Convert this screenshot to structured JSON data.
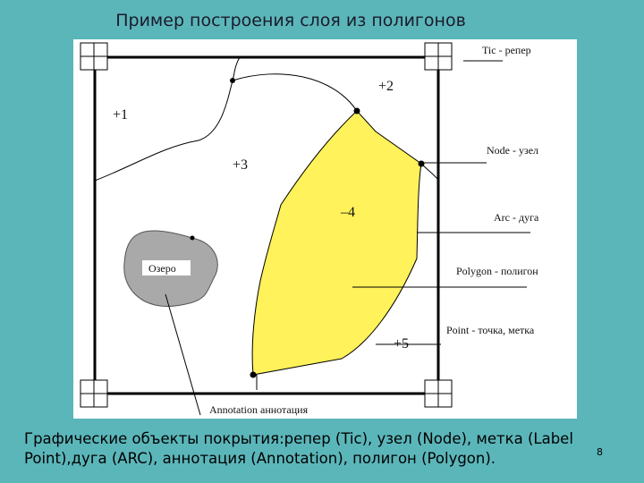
{
  "slide": {
    "title": "Пример построения слоя из полигонов",
    "caption": "Графические объекты покрытия:репер (Tic), узел (Node), метка (Label Point),дуга (ARC), аннотация (Annotation), полигон (Polygon).",
    "page_number": "8"
  },
  "diagram": {
    "polygon_labels": {
      "p1": "+1",
      "p2": "+2",
      "p3": "+3",
      "p4": "–4",
      "p5": "+5"
    },
    "lake_label": "Озеро",
    "legend": {
      "tic": "Tic - репер",
      "node": "Node - узел",
      "arc": "Arc - дуга",
      "polygon": "Polygon - полигон",
      "point": "Point - точка, метка",
      "annotation": "Annotation   аннотация"
    },
    "colors": {
      "polygon_fill": "#fff25a",
      "lake_fill": "#a9a9a9",
      "background": "#5bb6ba"
    }
  }
}
